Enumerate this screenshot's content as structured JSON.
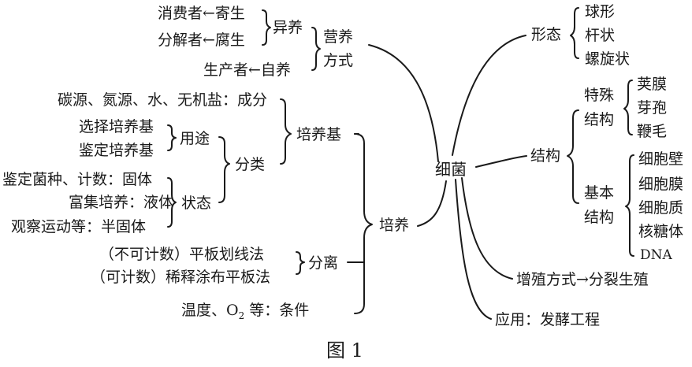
{
  "center": "细菌",
  "caption": "图 1",
  "left": {
    "nutrition": {
      "label_line1": "营养",
      "label_line2": "方式",
      "heteroph": "异养",
      "consumer": "消费者←寄生",
      "decomposer": "分解者←腐生",
      "producer": "生产者←自养"
    },
    "culture": {
      "label": "培养",
      "medium": "培养基",
      "components": "碳源、氮源、水、无机盐：成分",
      "classify": "分类",
      "use": "用途",
      "select": "选择培养基",
      "identify": "鉴定培养基",
      "state": "状态",
      "solid": "鉴定菌种、计数：固体",
      "liquid": "富集培养：液体",
      "semisolid": "观察运动等：半固体",
      "separation": "分离",
      "streak": "（不可计数）平板划线法",
      "spread": "（可计数）稀释涂布平板法",
      "condition_pre": "温度、O",
      "condition_sub": "2",
      "condition_post": " 等：条件"
    }
  },
  "right": {
    "morphology": {
      "label": "形态",
      "sphere": "球形",
      "rod": "杆状",
      "spiral": "螺旋状"
    },
    "structure": {
      "label": "结构",
      "special_line1": "特殊",
      "special_line2": "结构",
      "capsule": "荚膜",
      "spore": "芽孢",
      "flagellum": "鞭毛",
      "basic_line1": "基本",
      "basic_line2": "结构",
      "wall": "细胞壁",
      "membrane": "细胞膜",
      "cytoplasm": "细胞质",
      "ribosome": "核糖体",
      "dna": "DNA"
    },
    "reproduction": "增殖方式→分裂生殖",
    "application": "应用：发酵工程"
  }
}
